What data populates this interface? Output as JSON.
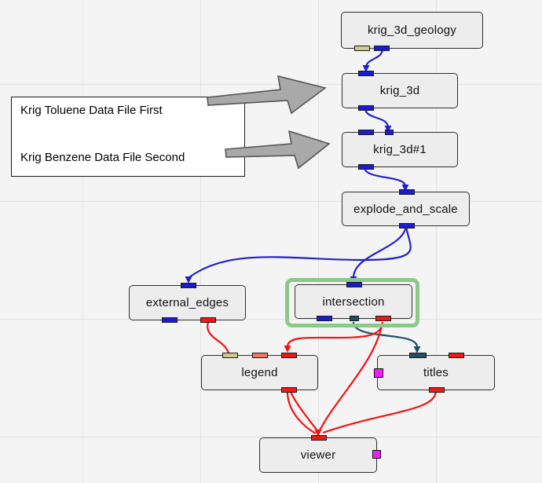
{
  "palette": {
    "background": "#f4f4f4",
    "grid": "#e2e2e2",
    "node_fill": "#ededed",
    "node_border": "#2e2e2e",
    "port_blue": "#1b1bd0",
    "port_red": "#f21717",
    "port_khaki": "#cdc98f",
    "port_salmon": "#f0795c",
    "port_teal": "#1e5168",
    "port_magenta": "#f818f8",
    "wire_blue": "#2121cc",
    "wire_red": "#f31212",
    "wire_teal": "#1e5168",
    "selection_green": "#8bc98b",
    "annotation_arrow_gray": "#a9a9a9"
  },
  "annotation": {
    "line1": "Krig Toluene Data File First",
    "line2": "Krig Benzene Data File Second"
  },
  "nodes": {
    "krig_3d_geology": {
      "label": "krig_3d_geology"
    },
    "krig_3d": {
      "label": "krig_3d"
    },
    "krig_3d_1": {
      "label": "krig_3d#1"
    },
    "explode_and_scale": {
      "label": "explode_and_scale"
    },
    "external_edges": {
      "label": "external_edges"
    },
    "intersection": {
      "label": "intersection",
      "selected": true
    },
    "legend": {
      "label": "legend"
    },
    "titles": {
      "label": "titles"
    },
    "viewer": {
      "label": "viewer"
    }
  },
  "connections": [
    {
      "from": "krig_3d_geology",
      "to": "krig_3d",
      "color": "blue"
    },
    {
      "from": "krig_3d",
      "to": "krig_3d#1",
      "color": "blue"
    },
    {
      "from": "krig_3d#1",
      "to": "explode_and_scale",
      "color": "blue"
    },
    {
      "from": "explode_and_scale",
      "to": "external_edges",
      "color": "blue"
    },
    {
      "from": "explode_and_scale",
      "to": "intersection",
      "color": "blue"
    },
    {
      "from": "intersection",
      "to": "titles",
      "color": "teal"
    },
    {
      "from": "intersection",
      "to": "legend",
      "color": "red"
    },
    {
      "from": "intersection",
      "to": "viewer",
      "color": "red"
    },
    {
      "from": "external_edges",
      "to": "legend",
      "color": "red"
    },
    {
      "from": "legend",
      "to": "viewer",
      "color": "red"
    },
    {
      "from": "legend",
      "to": "viewer",
      "color": "red"
    },
    {
      "from": "titles",
      "to": "viewer",
      "color": "red"
    }
  ]
}
